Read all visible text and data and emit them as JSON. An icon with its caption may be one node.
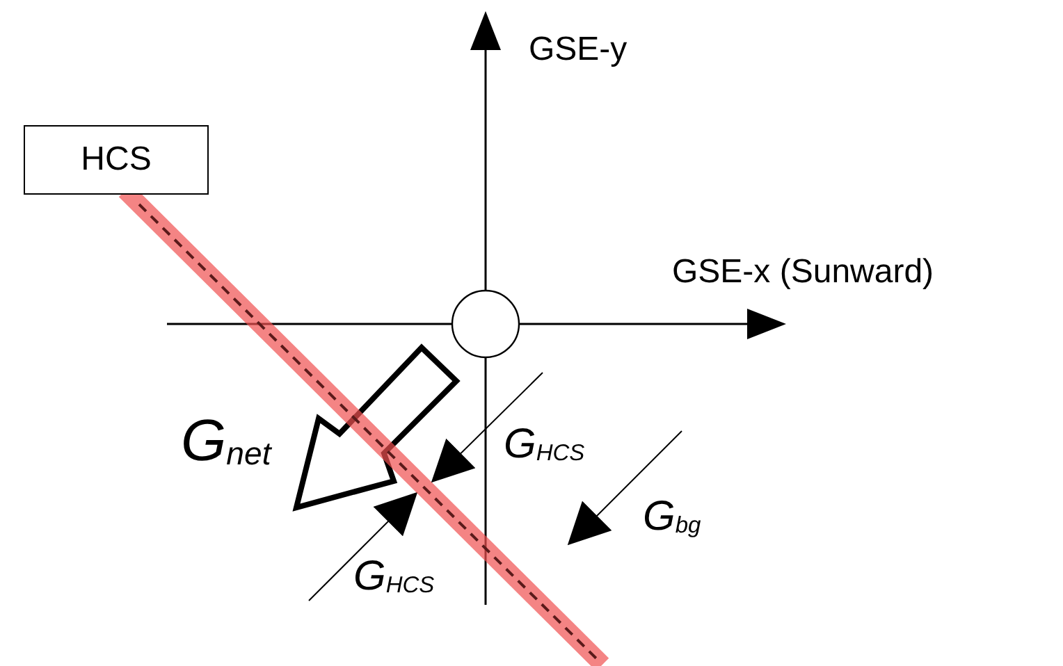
{
  "diagram": {
    "nodes": [
      {
        "text": [
          "HCS"
        ]
      }
    ],
    "labels": [
      "GSE-y",
      "GSE-x (Sunward)",
      "G$_{net}$",
      "G$_{HCS}$",
      "G$_{bg}$",
      "G$_{HCS}$"
    ]
  }
}
